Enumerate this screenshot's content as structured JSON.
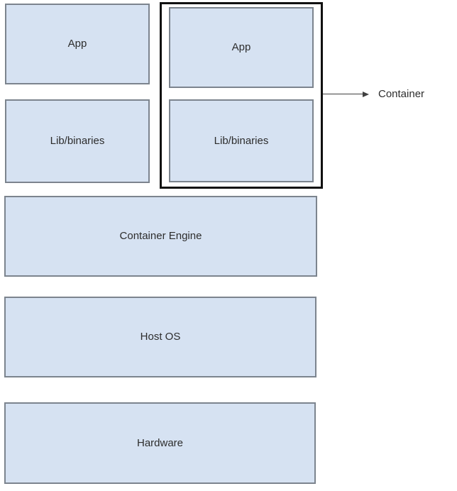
{
  "diagram": {
    "title_none": "",
    "left_stack": {
      "app_label": "App",
      "lib_label": "Lib/binaries"
    },
    "container": {
      "app_label": "App",
      "lib_label": "Lib/binaries",
      "callout_label": "Container"
    },
    "layers": {
      "engine_label": "Container Engine",
      "host_os_label": "Host OS",
      "hardware_label": "Hardware"
    },
    "colors": {
      "box_fill": "#d6e2f2",
      "box_border": "#7c848e",
      "container_outline": "#111111",
      "text": "#2d2d2d",
      "arrow": "#404040",
      "background": "#ffffff"
    }
  }
}
